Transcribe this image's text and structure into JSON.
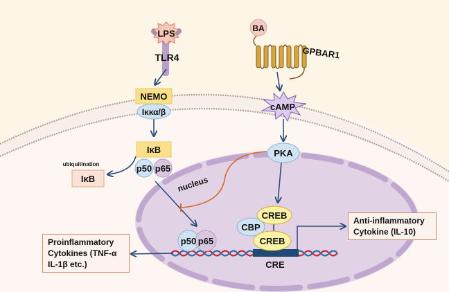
{
  "diagram": {
    "title": "",
    "left_pathway": {
      "ligand": "LPS",
      "receptor": "TLR4",
      "complex_top": "NEMO",
      "complex_bottom": "Iκκα/β",
      "inhibitor": "IκB",
      "subunit_a": "p50",
      "subunit_b": "p65",
      "degradation_label": "ubiquitination",
      "degraded": "IκB"
    },
    "right_pathway": {
      "ligand": "BA",
      "receptor": "GPBAR1",
      "second_messenger": "cAMP",
      "kinase": "PKA",
      "transcription_factor": "CREB",
      "coactivator": "CBP",
      "bound_tf": "CREB",
      "response_element": "CRE"
    },
    "nucleus_label": "nucleus",
    "nuclear_subunit_a": "p50",
    "nuclear_subunit_b": "p65",
    "outputs": {
      "proinflammatory": [
        "Proinflammatory",
        "Cytokines (TNF-α",
        "IL-1β etc.)"
      ],
      "anti_inflammatory": [
        "Anti-inflammatory",
        "Cytokine (IL-10)"
      ]
    },
    "colors": {
      "extracellular": "#fdf5e6",
      "cytoplasm": "#fdf6f3",
      "membrane_dots": "#b39a9c",
      "nucleus_fill": "#e2d2e6",
      "nucleus_envelope": "#c0a7cf",
      "arrow": "#2e4e7a",
      "inhibition": "#d8692a",
      "yellow_box": "#fbe08a",
      "blue_oval": "#cfe3f3",
      "purple_oval": "#d9c7e0",
      "cre_bar": "#1f4a74",
      "dna_red": "#c8283a",
      "dna_blue": "#2f6ea0",
      "gpcr": "#d6a73a"
    }
  }
}
